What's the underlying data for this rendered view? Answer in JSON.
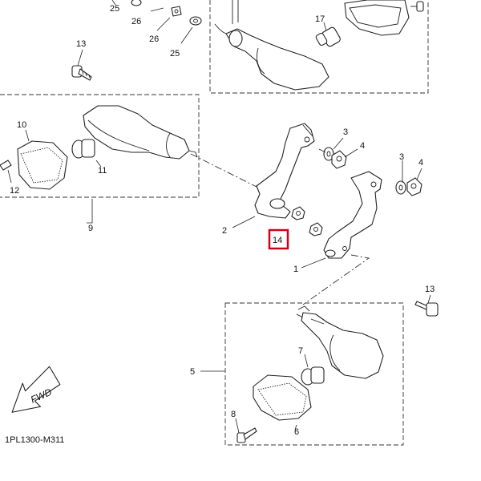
{
  "diagram": {
    "code": "1PL1300-M311",
    "fwd_label": "FWD",
    "highlight_color": "#d0021b",
    "highlighted_callout": "14",
    "callouts": {
      "c25a": "25",
      "c26a": "26",
      "c26b": "26",
      "c25b": "25",
      "c17": "17",
      "c13a": "13",
      "c10": "10",
      "c11": "11",
      "c12": "12",
      "c9": "9",
      "c3a": "3",
      "c4a": "4",
      "c3b": "3",
      "c4b": "4",
      "c2": "2",
      "c14": "14",
      "c1": "1",
      "c13b": "13",
      "c5": "5",
      "c7": "7",
      "c8": "8",
      "c6": "6"
    }
  }
}
